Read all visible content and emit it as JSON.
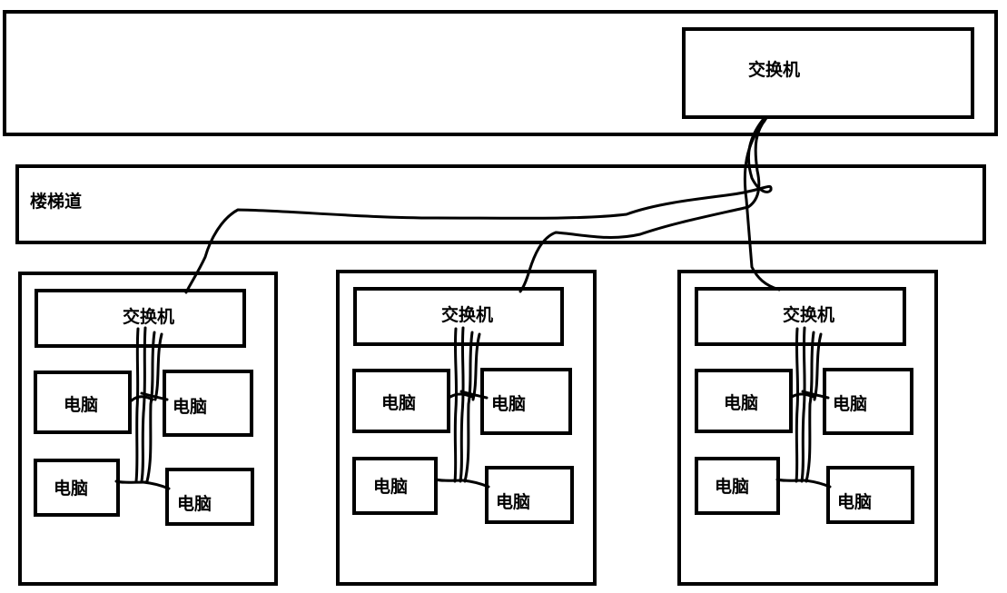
{
  "top_room": {
    "switch_label": "交换机"
  },
  "stairwell": {
    "label": "楼梯道"
  },
  "rooms": [
    {
      "switch_label": "交换机",
      "pc_labels": [
        "电脑",
        "电脑",
        "电脑",
        "电脑"
      ]
    },
    {
      "switch_label": "交换机",
      "pc_labels": [
        "电脑",
        "电脑",
        "电脑",
        "电脑"
      ]
    },
    {
      "switch_label": "交换机",
      "pc_labels": [
        "电脑",
        "电脑",
        "电脑",
        "电脑"
      ]
    }
  ]
}
